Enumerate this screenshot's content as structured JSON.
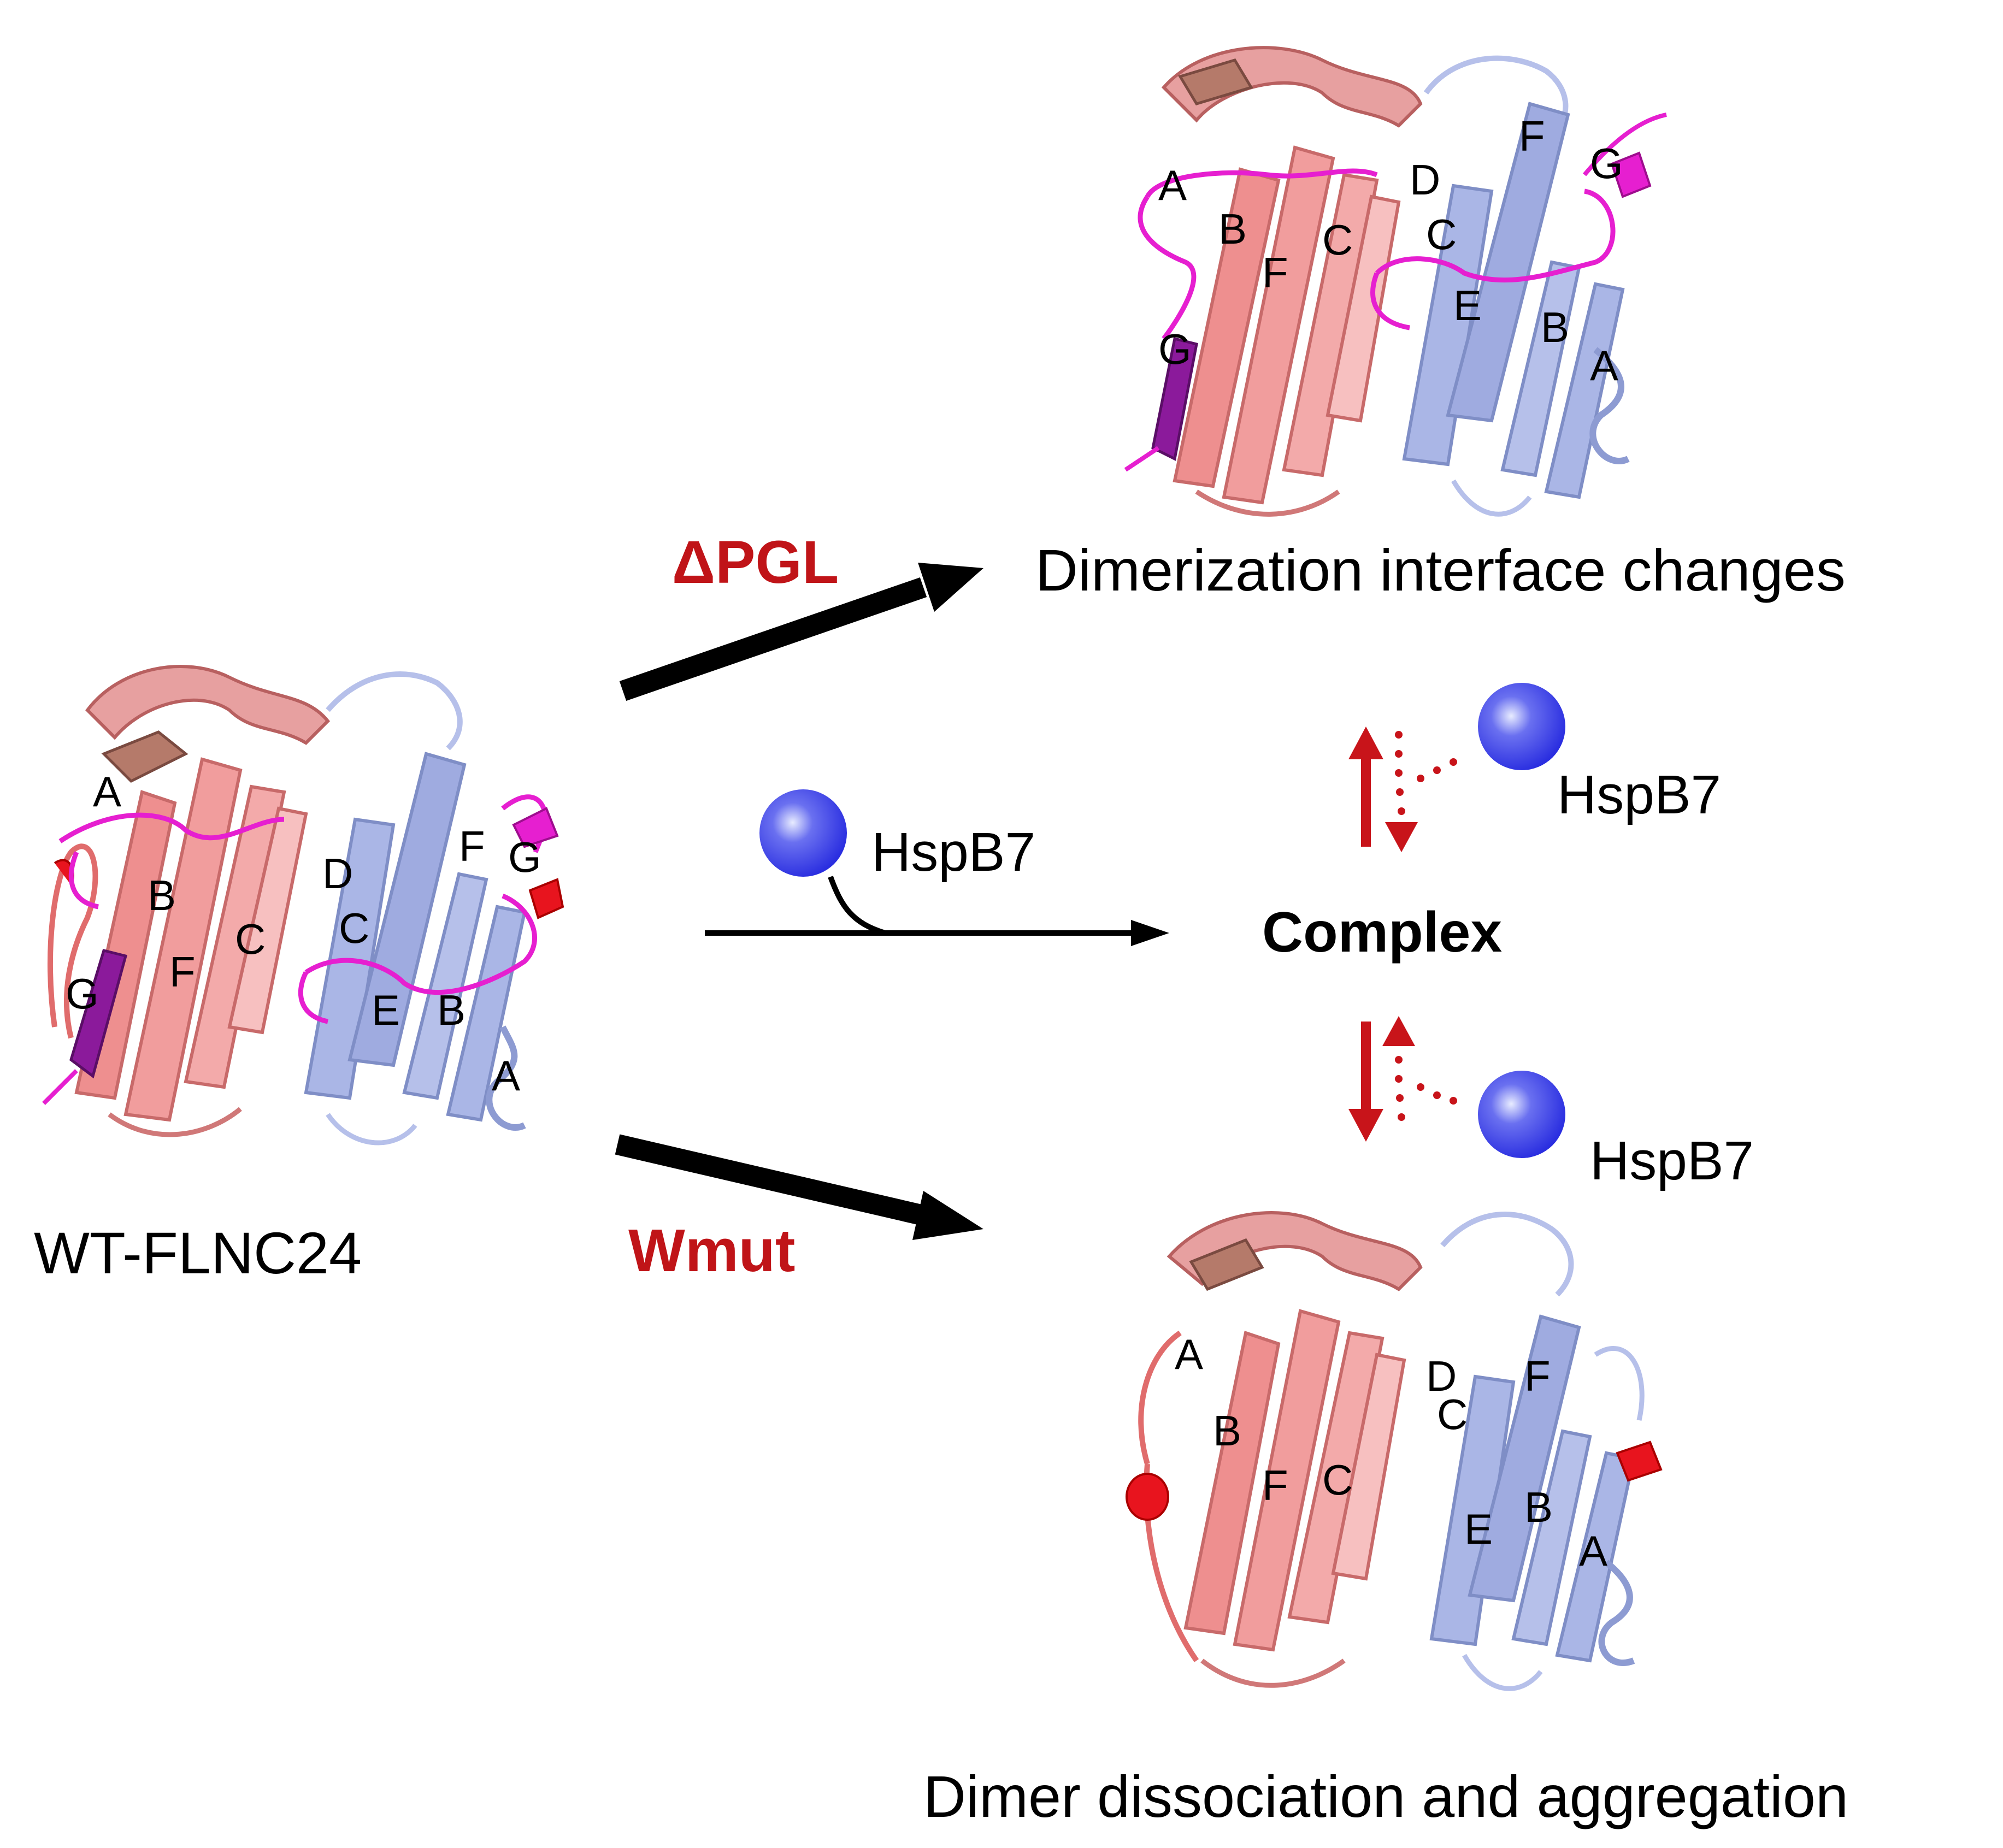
{
  "colors": {
    "chain_a": "#ee8f8f",
    "chain_a_dark": "#c86a6a",
    "chain_b": "#aab6e6",
    "chain_b_dark": "#7f8ec6",
    "loop_highlight": "#e61fd0",
    "strand_g": "#8b1a9b",
    "helix": "#e8141e",
    "hsp_sphere": "#2a2ee0",
    "mutation_label": "#c01418",
    "arrow": "#000000",
    "equilibrium_arrow": "#c8141a"
  },
  "structures": {
    "wt": {
      "name": "WT-FLNC24",
      "left_chain_strands": [
        "A",
        "B",
        "C",
        "F",
        "G"
      ],
      "right_chain_strands": [
        "D",
        "C",
        "F",
        "G",
        "E",
        "B",
        "A"
      ]
    },
    "pgl": {
      "caption": "Dimerization interface changes",
      "left_chain_strands": [
        "A",
        "B",
        "F",
        "C",
        "G"
      ],
      "right_chain_strands": [
        "D",
        "C",
        "F",
        "G",
        "E",
        "B",
        "A"
      ]
    },
    "wmut": {
      "caption": "Dimer dissociation and aggregation",
      "left_chain_strands": [
        "A",
        "B",
        "F",
        "C"
      ],
      "right_chain_strands": [
        "D",
        "C",
        "F",
        "E",
        "B",
        "A"
      ]
    }
  },
  "pathways": {
    "pgl_label": "ΔPGL",
    "wmut_label": "Wmut",
    "hsp_label": "HspB7",
    "complex_label": "Complex"
  },
  "equilibrium": {
    "upper_hsp_label": "HspB7",
    "lower_hsp_label": "HspB7"
  },
  "icons": {
    "sphere": "hsp-sphere-icon",
    "arrow": "arrow-icon"
  }
}
